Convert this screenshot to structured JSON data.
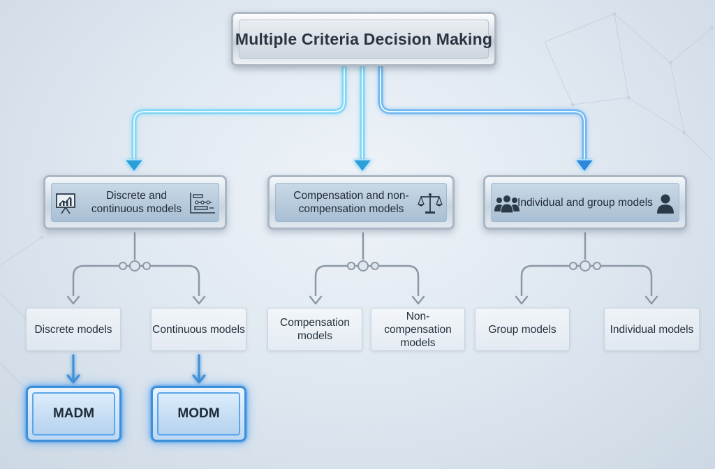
{
  "diagram": {
    "root": {
      "label": "Multiple Criteria Decision Making"
    },
    "categories": [
      {
        "id": "discrete",
        "label": "Discrete and continuous models",
        "icons": [
          "presentation-chart-icon",
          "gantt-timeline-icon"
        ],
        "children": [
          {
            "label": "Discrete models",
            "method": "MADM"
          },
          {
            "label": "Continuous models",
            "method": "MODM"
          }
        ]
      },
      {
        "id": "compensation",
        "label": "Compensation and non-compensation models",
        "icons": [
          "balance-scale-icon"
        ],
        "children": [
          {
            "label": "Compensation models"
          },
          {
            "label": "Non-compensation models"
          }
        ]
      },
      {
        "id": "individual",
        "label": "Individual and group models",
        "icons": [
          "group-people-icon",
          "single-person-icon"
        ],
        "children": [
          {
            "label": "Group models"
          },
          {
            "label": "Individual models"
          }
        ]
      }
    ]
  },
  "colors": {
    "connector_glow": "#5ec8f0",
    "connector_core": "#2b9fd8",
    "connector_grey": "#8b98a5",
    "method_border": "#3d8fd8"
  }
}
